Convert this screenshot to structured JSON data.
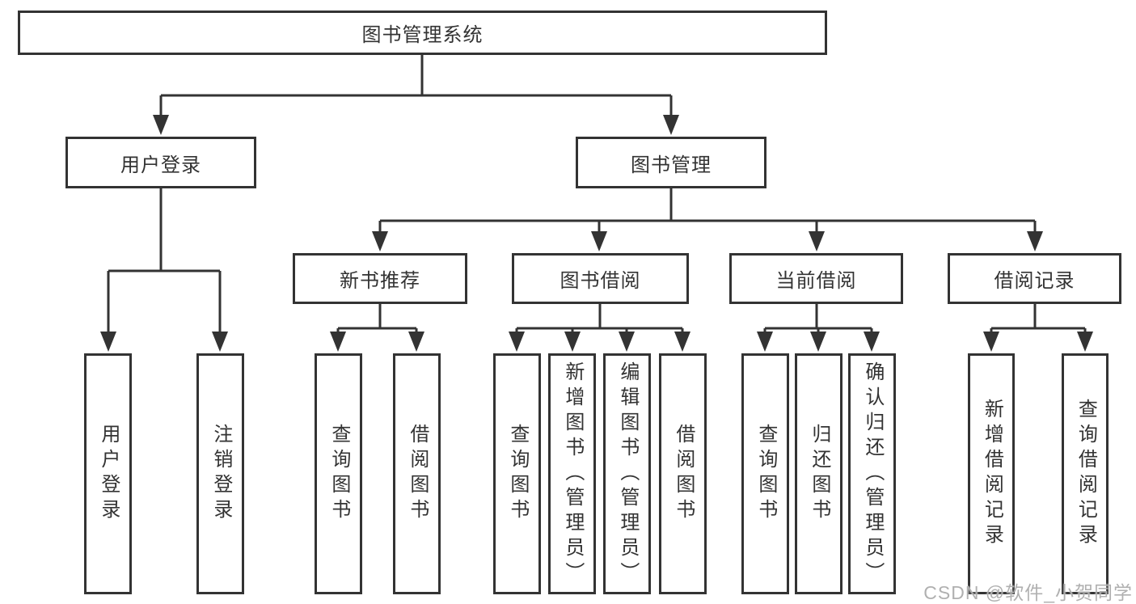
{
  "diagram": {
    "title": "图书管理系统",
    "level2": [
      {
        "label": "用户登录"
      },
      {
        "label": "图书管理"
      }
    ],
    "level3": [
      {
        "label": "新书推荐"
      },
      {
        "label": "图书借阅"
      },
      {
        "label": "当前借阅"
      },
      {
        "label": "借阅记录"
      }
    ],
    "leaves": [
      {
        "label": "用户登录"
      },
      {
        "label": "注销登录"
      },
      {
        "label": "查询图书"
      },
      {
        "label": "借阅图书"
      },
      {
        "label": "查询图书"
      },
      {
        "label": "新增图书（管理员）"
      },
      {
        "label": "编辑图书（管理员）"
      },
      {
        "label": "借阅图书"
      },
      {
        "label": "查询图书"
      },
      {
        "label": "归还图书"
      },
      {
        "label": "确认归还（管理员）"
      },
      {
        "label": "新增借阅记录"
      },
      {
        "label": "查询借阅记录"
      }
    ],
    "colors": {
      "line": "#333333",
      "text": "#333333",
      "background": "#ffffff",
      "watermark": "#acacac"
    }
  },
  "watermark": {
    "text": "CSDN @软件_小贺同学"
  }
}
